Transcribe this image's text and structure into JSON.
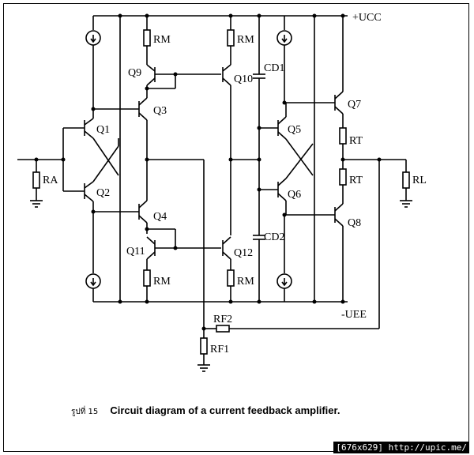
{
  "diagram": {
    "supply_pos": "+UCC",
    "supply_neg": "-UEE",
    "labels": {
      "RM": "RM",
      "RA": "RA",
      "RL": "RL",
      "RT": "RT",
      "RF2": "RF2",
      "RF1": "RF1",
      "CD1": "CD1",
      "CD2": "CD2",
      "Q1": "Q1",
      "Q2": "Q2",
      "Q3": "Q3",
      "Q4": "Q4",
      "Q5": "Q5",
      "Q6": "Q6",
      "Q7": "Q7",
      "Q8": "Q8",
      "Q9": "Q9",
      "Q10": "Q10",
      "Q11": "Q11",
      "Q12": "Q12"
    }
  },
  "caption": {
    "prefix": "รูปที่ 15",
    "text": "Circuit diagram of a current feedback amplifier."
  },
  "watermark": "[676x629] http://upic.me/"
}
